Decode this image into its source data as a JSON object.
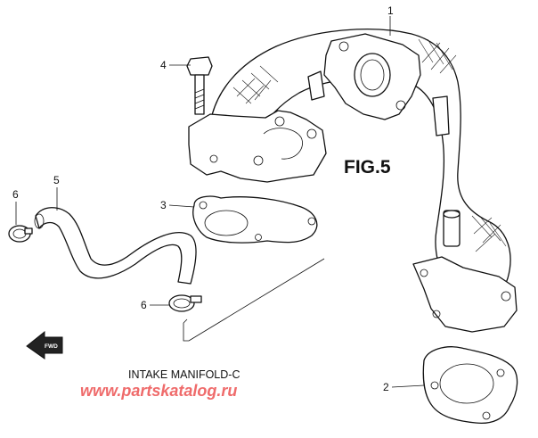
{
  "figure": {
    "label": "FIG.5",
    "caption": "INTAKE MANIFOLD-C",
    "watermark": "www.partskatalog.ru",
    "fwd_label": "FWD"
  },
  "callouts": [
    {
      "id": "p1",
      "number": "1"
    },
    {
      "id": "p4",
      "number": "4"
    },
    {
      "id": "p6a",
      "number": "6"
    },
    {
      "id": "p5",
      "number": "5"
    },
    {
      "id": "p3",
      "number": "3"
    },
    {
      "id": "p6b",
      "number": "6"
    },
    {
      "id": "p2",
      "number": "2"
    }
  ],
  "colors": {
    "line": "#111111",
    "watermark": "#ef6b6b",
    "background": "#ffffff"
  }
}
